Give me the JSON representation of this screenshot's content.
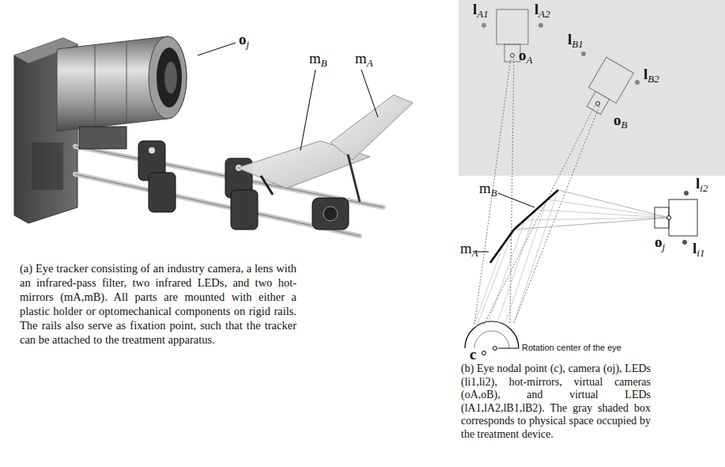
{
  "diagram": {
    "labels": [
      "oj",
      "mB",
      "mA",
      "lA1",
      "lA2",
      "oA",
      "lB1",
      "lB2",
      "oB",
      "li2",
      "mB",
      "mA",
      "oj",
      "li1",
      "c",
      "Rotation center of the eye",
      "(a) Eye tracker consisting of an industry camera, a lens with an infrared-pass filter, two infrared LEDs, and two hot-mirrors (mA,mB). All parts are mounted with either a plastic holder or optomechanical components on rigid rails. The rails also serve as fixation point, such that the tracker can be attached to the treatment apparatus.",
      "(b) Eye nodal point (c), camera (oj), LEDs (li1,li2), hot-mirrors, virtual cameras (oA,oB), and virtual LEDs (lA1,lA2,lB1,lB2). The gray shaded box corresponds to physical space occupied by the treatment device."
    ]
  }
}
